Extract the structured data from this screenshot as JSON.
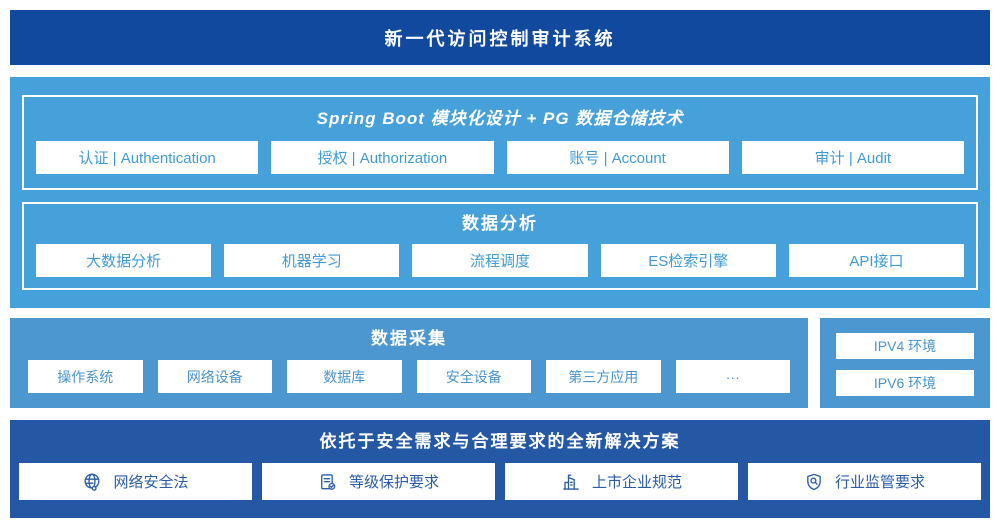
{
  "header": {
    "title": "新一代访问控制审计系统"
  },
  "platform": {
    "modules_layer": {
      "title": "Spring Boot 模块化设计 + PG 数据仓储技术",
      "items": [
        "认证 | Authentication",
        "授权 | Authorization",
        "账号 | Account",
        "审计 | Audit"
      ]
    },
    "analysis_layer": {
      "title": "数据分析",
      "items": [
        "大数据分析",
        "机器学习",
        "流程调度",
        "ES检索引擎",
        "API接口"
      ]
    }
  },
  "collection": {
    "title": "数据采集",
    "items": [
      "操作系统",
      "网络设备",
      "数据库",
      "安全设备",
      "第三方应用",
      "···"
    ]
  },
  "environments": {
    "items": [
      "IPV4 环境",
      "IPV6 环境"
    ]
  },
  "solution": {
    "title": "依托于安全需求与合理要求的全新解决方案",
    "items": [
      {
        "icon": "globe-icon",
        "label": "网络安全法"
      },
      {
        "icon": "document-check-icon",
        "label": "等级保护要求"
      },
      {
        "icon": "building-icon",
        "label": "上市企业规范"
      },
      {
        "icon": "shield-search-icon",
        "label": "行业监管要求"
      }
    ]
  },
  "colors": {
    "banner_blue": "#11499e",
    "main_blue": "#46a0d9",
    "collection_blue": "#4c97cf",
    "solution_blue": "#2458a5",
    "button_text_blue": "#3f9bd5",
    "solution_text_blue": "#2a5ca8",
    "white": "#ffffff"
  }
}
